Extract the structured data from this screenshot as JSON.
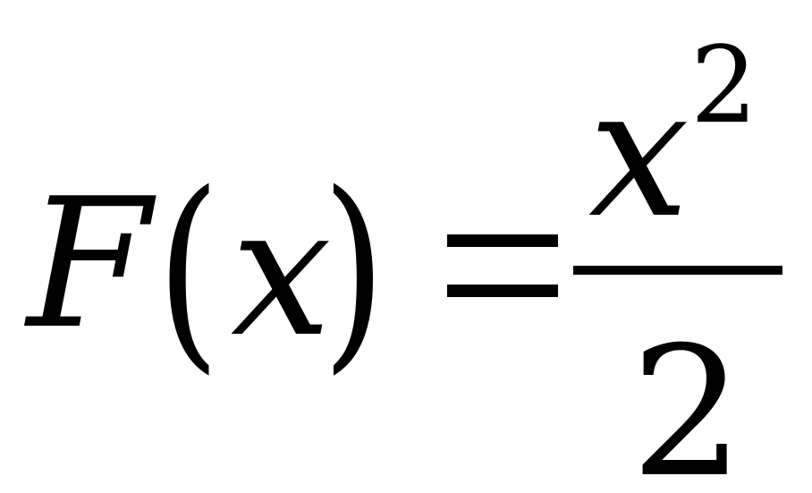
{
  "formula": {
    "function_name": "F",
    "open_paren": "(",
    "argument": "x",
    "close_paren": ")",
    "numerator_base": "x",
    "numerator_exponent": "2",
    "denominator": "2"
  },
  "colors": {
    "foreground": "#000000",
    "background": "#ffffff"
  }
}
